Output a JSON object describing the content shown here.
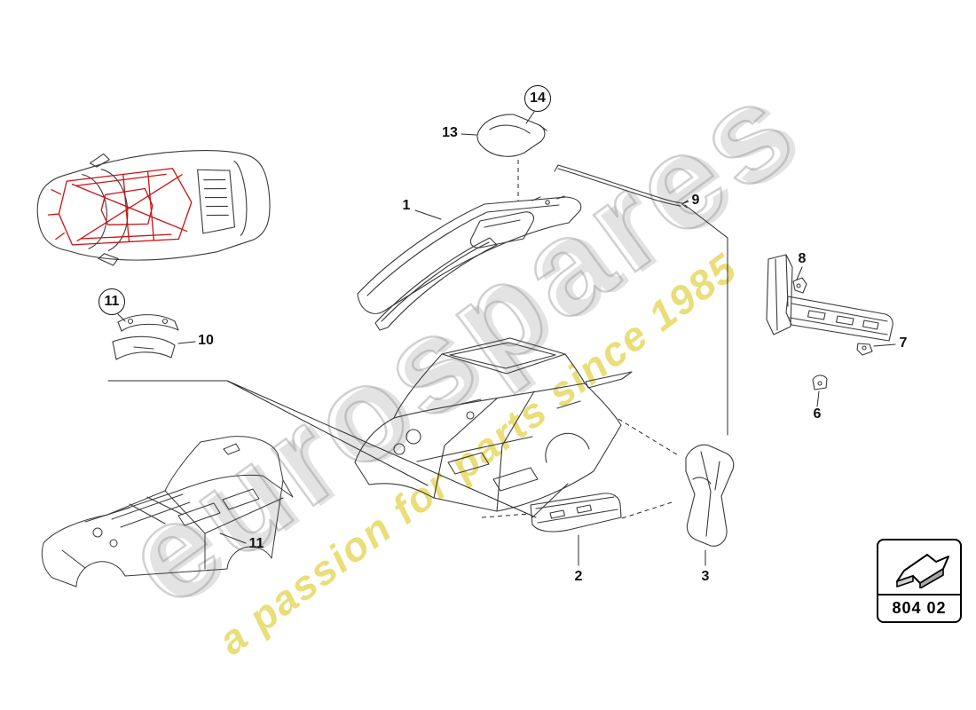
{
  "watermark": {
    "brand": "eurospares",
    "tagline": "a passion for parts since 1985",
    "brand_color": "#c9c9c9",
    "tagline_color": "#dbc926"
  },
  "diagram": {
    "highlight_color": "#cc1111",
    "line_color": "#3a3a3a",
    "callouts": {
      "item1": "1",
      "item2": "2",
      "item3": "3",
      "item6": "6",
      "item7": "7",
      "item8": "8",
      "item9": "9",
      "item10": "10",
      "item11_bracket": "11",
      "item11_body": "11",
      "item13": "13",
      "item14": "14"
    }
  },
  "badge": {
    "code": "804 02",
    "icon": "body-panel-arrow-icon"
  }
}
